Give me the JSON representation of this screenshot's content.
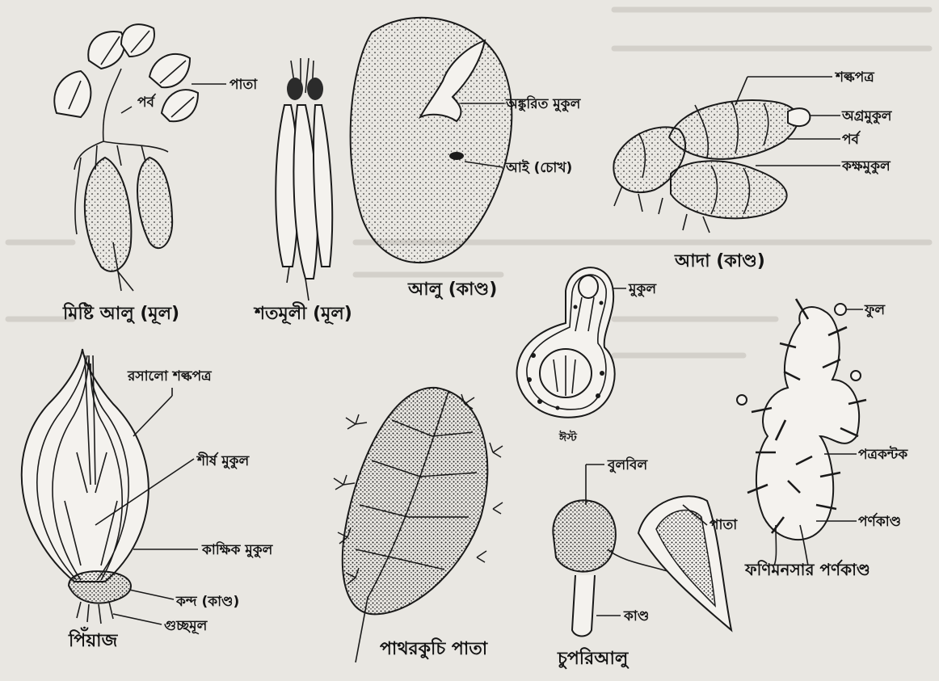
{
  "figures": {
    "sweet_potato": {
      "caption": "মিষ্টি আলু (মূল)",
      "labels": {
        "leaf": "পাতা",
        "node": "পর্ব"
      }
    },
    "shatamuli": {
      "caption": "শতমূলী (মূল)"
    },
    "potato": {
      "caption": "আলু (কাণ্ড)",
      "labels": {
        "sprouted_bud": "অঙ্কুরিত মুকুল",
        "eye": "আই (চোখ)"
      }
    },
    "ginger": {
      "caption": "আদা (কাণ্ড)",
      "labels": {
        "scale_leaf": "শল্কপত্র",
        "apical_bud": "অগ্রমুকুল",
        "node": "পর্ব",
        "axillary_bud": "কক্ষমুকুল"
      }
    },
    "yeast": {
      "caption": "ঈস্ট",
      "labels": {
        "bud": "মুকুল"
      }
    },
    "opuntia": {
      "caption": "ফণিমনসার পর্ণকাণ্ড",
      "labels": {
        "flower": "ফুল",
        "leaf_spine": "পত্রকন্টক",
        "phylloclade": "পর্ণকাণ্ড"
      }
    },
    "onion": {
      "caption": "পিঁয়াজ",
      "labels": {
        "fleshy_scale_leaf": "রসালো শল্কপত্র",
        "apical_bud": "শীর্ষ মুকুল",
        "axillary_bud": "কাক্ষিক মুকুল",
        "corm_stem": "কন্দ (কাণ্ড)",
        "fibrous_root": "গুচ্ছমূল"
      }
    },
    "bryophyllum": {
      "caption": "পাথরকুচি পাতা"
    },
    "dioscorea": {
      "caption": "চুপরিআলু",
      "labels": {
        "bulbil": "বুলবিল",
        "leaf": "পাতা",
        "stem": "কাণ্ড"
      }
    }
  }
}
